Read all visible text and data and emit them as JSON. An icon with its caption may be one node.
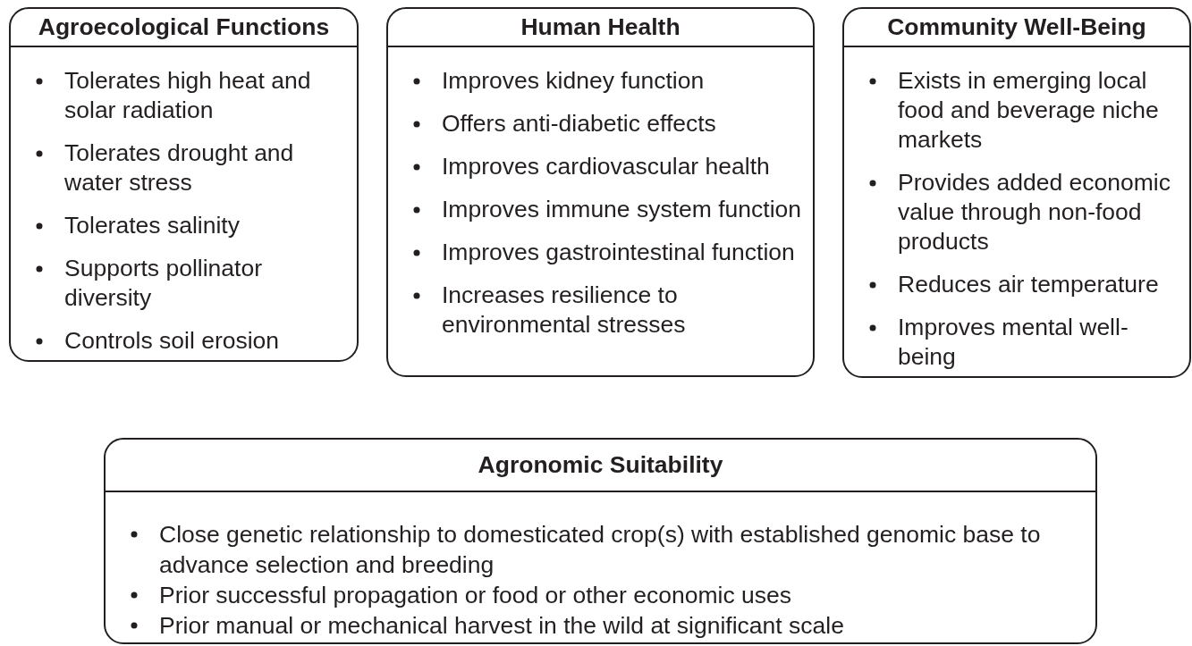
{
  "diagram": {
    "nodes": [
      {
        "text": [
          "Agroecological Functions",
          "Tolerates high heat and solar radiation",
          "Tolerates drought and water stress",
          "Tolerates salinity",
          "Supports pollinator diversity",
          "Controls soil erosion"
        ]
      },
      {
        "text": [
          "Human Health",
          "Improves kidney function",
          "Offers anti-diabetic effects",
          "Improves cardiovascular health",
          "Improves immune system function",
          "Improves gastrointestinal function",
          "Increases resilience to environmental stresses"
        ]
      },
      {
        "text": [
          "Community Well-Being",
          "Exists in emerging local food and beverage niche markets",
          "Provides added economic value through non-food products",
          "Reduces air temperature",
          "Improves mental well-being"
        ]
      },
      {
        "text": [
          "Agronomic Suitability",
          "Close genetic relationship to domesticated crop(s) with established genomic base to advance selection and breeding",
          "Prior successful propagation or food or other economic uses",
          "Prior manual or mechanical harvest in the wild at significant scale"
        ]
      }
    ]
  }
}
